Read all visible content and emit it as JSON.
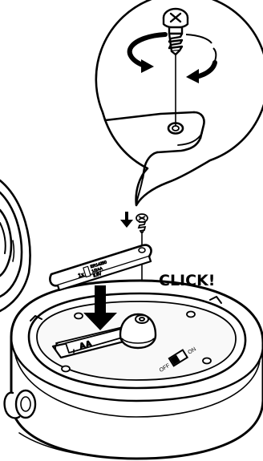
{
  "labels": {
    "click": "CLICK!",
    "switch_off": "OFF",
    "switch_on": "ON",
    "battery_qty": "1x",
    "battery_line1": "ER14250",
    "battery_line2": "1/2AA",
    "battery_line3": "3.6V"
  },
  "icons": {
    "screw": "phillips-screw-icon",
    "rotate_left": "rotate-arrow-icon",
    "rotate_right": "rotate-arrow-icon",
    "push_down": "down-arrow-icon"
  },
  "colors": {
    "ink": "#000000",
    "paper": "#ffffff",
    "pale": "#f2f2f2"
  }
}
